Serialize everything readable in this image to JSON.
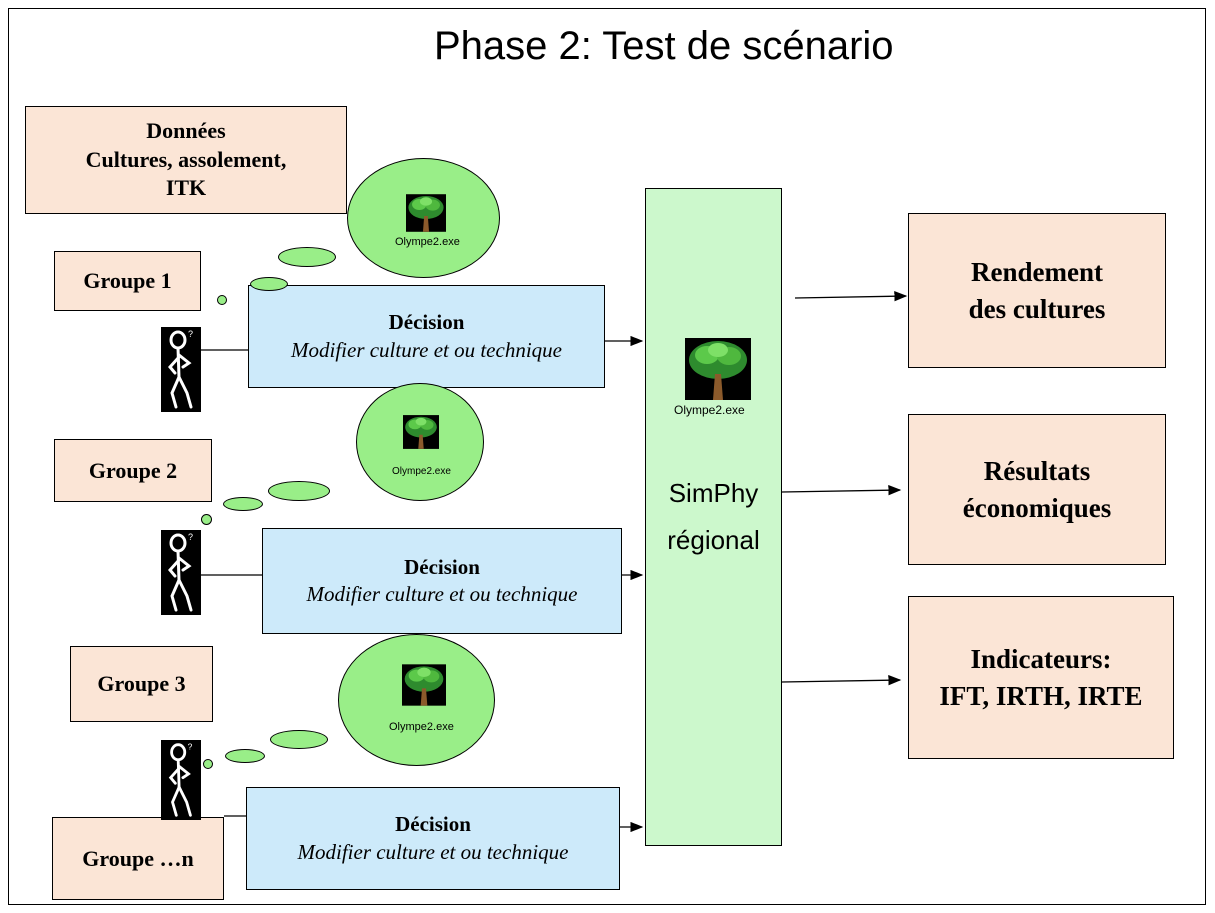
{
  "title": "Phase 2: Test de scénario",
  "data_box": {
    "line1": "Données",
    "line2": "Cultures, assolement,",
    "line3": "ITK"
  },
  "groups": [
    {
      "label": "Groupe 1"
    },
    {
      "label": "Groupe 2"
    },
    {
      "label": "Groupe 3"
    },
    {
      "label": "Groupe …n"
    }
  ],
  "decision": {
    "title": "Décision",
    "subtitle": "Modifier culture et ou technique"
  },
  "simphy": {
    "line1": "SimPhy",
    "line2": "régional",
    "icon_caption": "Olympe2.exe"
  },
  "thought_icon_caption": "Olympe2.exe",
  "outputs": [
    {
      "line1": "Rendement",
      "line2": "des cultures"
    },
    {
      "line1": "Résultats",
      "line2": "économiques"
    },
    {
      "line1": "Indicateurs:",
      "line2": "IFT, IRTH, IRTE"
    }
  ],
  "colors": {
    "peach": "#fbe5d6",
    "blue": "#cdeafa",
    "green": "#ccf8cc",
    "bubble_green": "#99ee88"
  },
  "icons": [
    "tree-icon",
    "thinking-person-icon"
  ]
}
